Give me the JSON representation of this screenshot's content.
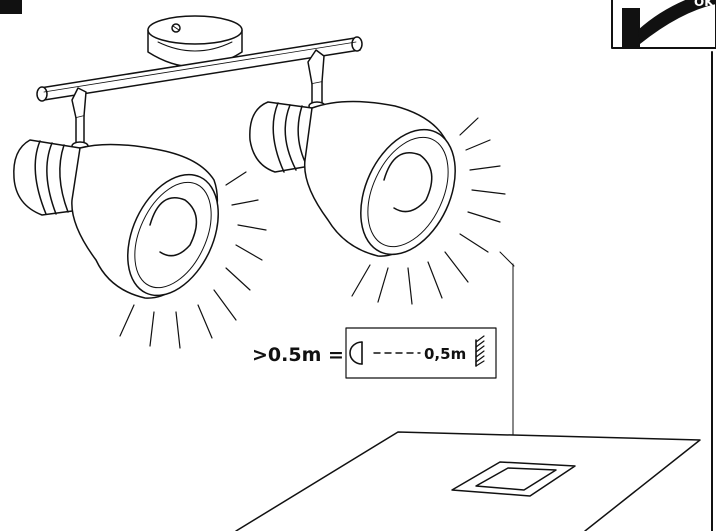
{
  "distance_label": ">0.5m =",
  "symbol_distance": "0,5m",
  "corner_badge": "OK",
  "colors": {
    "ink": "#111111",
    "paper": "#ffffff",
    "badge": "#111111"
  }
}
